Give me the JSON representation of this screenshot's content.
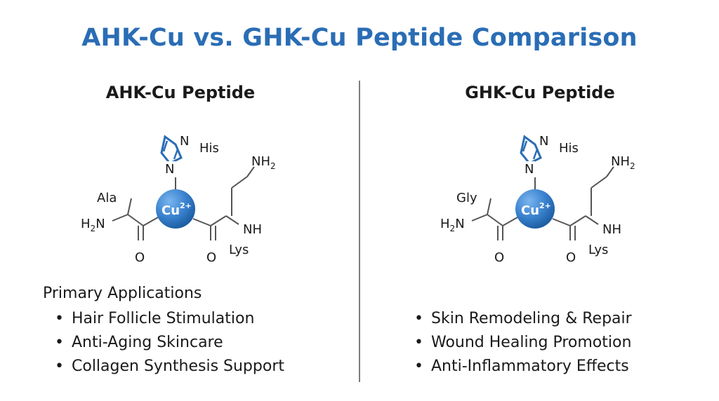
{
  "title": "AHK-Cu vs. GHK-Cu Peptide Comparison",
  "left": {
    "title": "AHK-Cu Peptide",
    "molecule": {
      "his": "His",
      "n_ring": "N",
      "n_bottom": "N",
      "amine": "NH",
      "amine_sub": "2",
      "cu": "Cu",
      "cu_sup": "2+",
      "residue1": "Ala",
      "h2n_h": "H",
      "h2n_sub": "2",
      "h2n_n": "N",
      "nh": "NH",
      "lys": "Lys",
      "o1": "O",
      "o2": "O"
    },
    "applications_heading": "Primary Applications",
    "applications": [
      "Hair Follicle Stimulation",
      "Anti-Aging Skincare",
      "Collagen Synthesis Support"
    ]
  },
  "right": {
    "title": "GHK-Cu Peptide",
    "molecule": {
      "his": "His",
      "n_ring": "N",
      "n_bottom": "N",
      "amine": "NH",
      "amine_sub": "2",
      "cu": "Cu",
      "cu_sup": "2+",
      "residue1": "Gly",
      "h2n_h": "H",
      "h2n_sub": "2",
      "h2n_n": "N",
      "nh": "NH",
      "lys": "Lys",
      "o1": "O",
      "o2": "O"
    },
    "applications": [
      "Skin Remodeling & Repair",
      "Wound Healing Promotion",
      "Anti-Inflammatory Effects"
    ]
  },
  "bullet": "•",
  "colors": {
    "title": "#2a6db5",
    "ring": "#2a6db5",
    "copper_light": "#5c9fe0",
    "copper_dark": "#1a5a9e",
    "bond": "#555555"
  }
}
